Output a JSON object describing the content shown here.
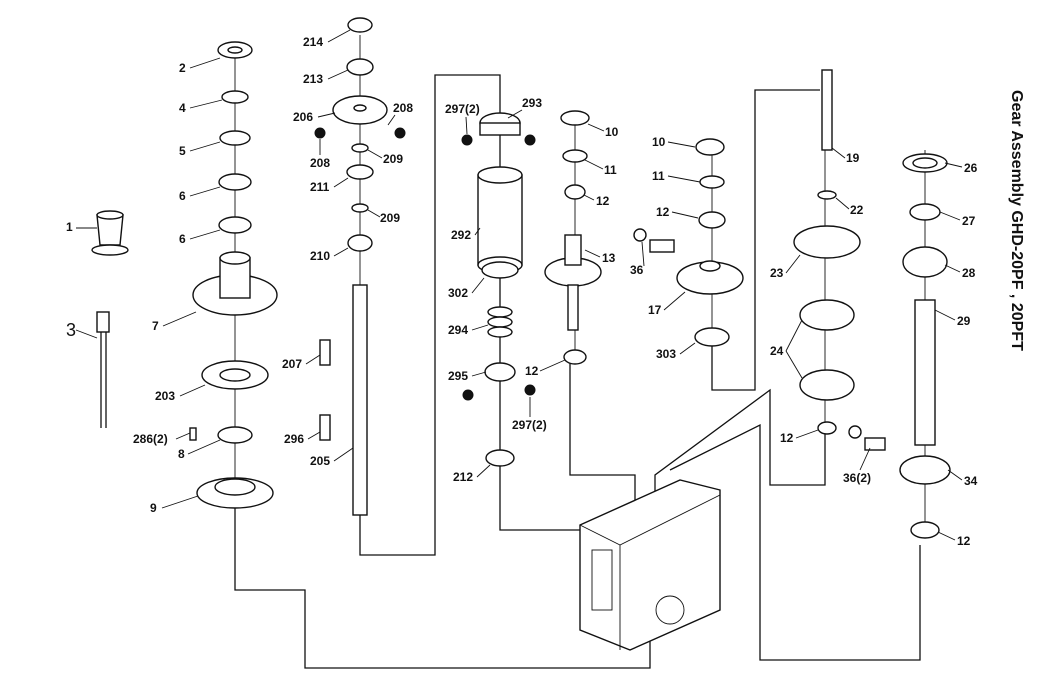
{
  "title": "Gear Assembly GHD-20PF , 20PFT",
  "labels": {
    "p1": "1",
    "p2": "2",
    "p3": "3",
    "p4": "4",
    "p5": "5",
    "p6a": "6",
    "p6b": "6",
    "p7": "7",
    "p8": "8",
    "p9": "9",
    "p203": "203",
    "p286": "286(2)",
    "p214": "214",
    "p213": "213",
    "p206": "206",
    "p208a": "208",
    "p208b": "208",
    "p209a": "209",
    "p211": "211",
    "p209b": "209",
    "p210": "210",
    "p207": "207",
    "p296": "296",
    "p205": "205",
    "p297a": "297(2)",
    "p293": "293",
    "p292": "292",
    "p302": "302",
    "p294": "294",
    "p295": "295",
    "p297b": "297(2)",
    "p212": "212",
    "p10a": "10",
    "p11a": "11",
    "p12a": "12",
    "p13": "13",
    "p12b": "12",
    "p10b": "10",
    "p11b": "11",
    "p12c": "12",
    "p36a": "36",
    "p17": "17",
    "p303": "303",
    "p19": "19",
    "p22": "22",
    "p23": "23",
    "p24": "24",
    "p12d": "12",
    "p36b": "36(2)",
    "p26": "26",
    "p27": "27",
    "p28": "28",
    "p29": "29",
    "p34": "34",
    "p12e": "12"
  }
}
